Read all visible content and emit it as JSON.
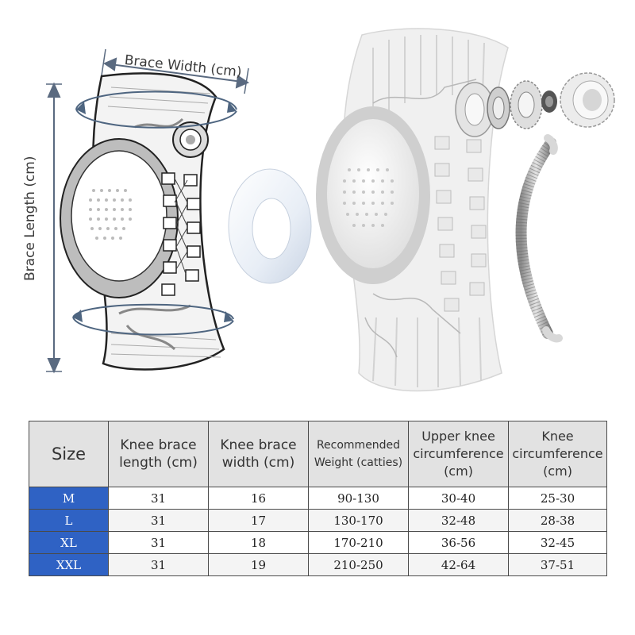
{
  "diagram": {
    "width_label": "Brace Width (cm)",
    "length_label": "Brace Length (cm)"
  },
  "colors": {
    "size_column": "#2f62c4",
    "header_bg": "#e2e2e2",
    "border": "#4a4a4a"
  },
  "table": {
    "headers": [
      "Size",
      "Knee brace length (cm)",
      "Knee brace width (cm)",
      "Recommended Weight (catties)",
      "Upper knee circumference (cm)",
      "Knee circumference (cm)"
    ],
    "rows": [
      {
        "size": "M",
        "length": "31",
        "width": "16",
        "weight": "90-130",
        "upper": "30-40",
        "knee": "25-30"
      },
      {
        "size": "L",
        "length": "31",
        "width": "17",
        "weight": "130-170",
        "upper": "32-48",
        "knee": "28-38"
      },
      {
        "size": "XL",
        "length": "31",
        "width": "18",
        "weight": "170-210",
        "upper": "36-56",
        "knee": "32-45"
      },
      {
        "size": "XXL",
        "length": "31",
        "width": "19",
        "weight": "210-250",
        "upper": "42-64",
        "knee": "37-51"
      }
    ]
  }
}
